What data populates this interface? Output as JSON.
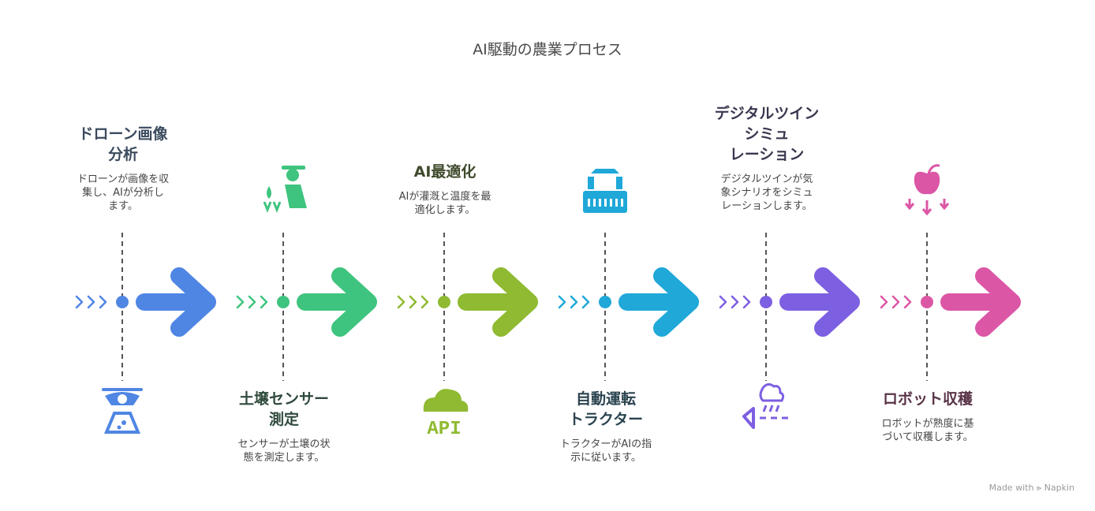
{
  "title": "AI駆動の農業プロセス",
  "steps": [
    {
      "title": "ドローン画像\n分析",
      "desc": "ドローンが画像を収\n集し、AIが分析し\nます。",
      "color": "#4f86e4",
      "icon": "drone-camera-icon"
    },
    {
      "title": "土壌センサー\n測定",
      "desc": "センサーが土壌の状\n態を測定します。",
      "color": "#3ec47e",
      "icon": "farmer-sensor-icon"
    },
    {
      "title": "AI最適化",
      "desc": "AIが灌漑と温度を最\n適化します。",
      "color": "#8fba32",
      "icon": "api-cloud-icon"
    },
    {
      "title": "自動運転\nトラクター",
      "desc": "トラクターがAIの指\n示に従います。",
      "color": "#1fa8d8",
      "icon": "tractor-icon"
    },
    {
      "title": "デジタルツイン\nシミュ\nレーション",
      "desc": "デジタルツインが気\n象シナリオをシミュ\nレーションします。",
      "color": "#7d5fe2",
      "icon": "weather-simulation-icon"
    },
    {
      "title": "ロボット収穫",
      "desc": "ロボットが熟度に基\nづいて収穫します。",
      "color": "#dc56a6",
      "icon": "fruit-harvest-icon"
    }
  ],
  "footer": {
    "made_with": "Made with",
    "brand": "Napkin"
  }
}
